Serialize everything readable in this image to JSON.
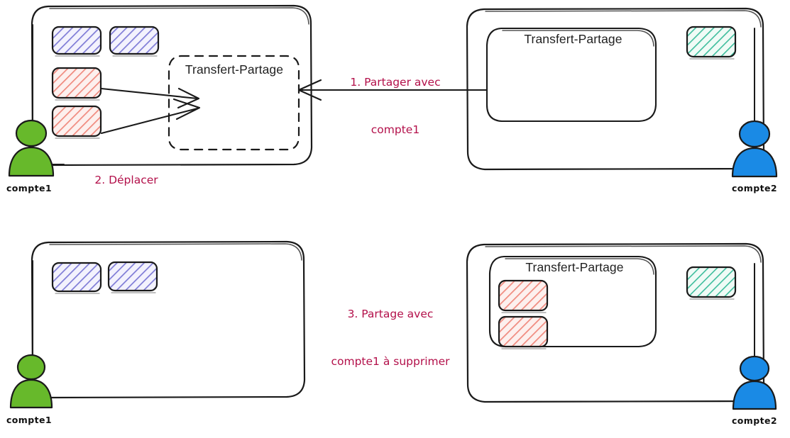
{
  "diagram": {
    "title_text": "Transfert-Partage",
    "colors": {
      "annotation": "#b3104a",
      "actor_compte1": "#67b92b",
      "actor_compte2": "#1a8ae5",
      "card_purple_stroke": "#6f6ccf",
      "card_purple_fill": "#eeeefb",
      "card_red_stroke": "#e8756a",
      "card_red_fill": "#fdeeec",
      "card_teal_stroke": "#35b897",
      "card_teal_fill": "#eafaf3",
      "outline": "#1a1a1a"
    },
    "scenes": [
      {
        "id": "scene-top",
        "left_panel": {
          "name": "compte1-panel-top",
          "actor": {
            "name": "compte1",
            "color_key": "actor_compte1"
          },
          "cards": [
            {
              "id": "top-purple-1",
              "kind": "purple"
            },
            {
              "id": "top-purple-2",
              "kind": "purple"
            },
            {
              "id": "top-red-1",
              "kind": "red"
            },
            {
              "id": "top-red-2",
              "kind": "red"
            }
          ],
          "dashed_box": {
            "label": "Transfert-Partage"
          }
        },
        "right_panel": {
          "name": "compte2-panel-top",
          "actor": {
            "name": "compte2",
            "color_key": "actor_compte2"
          },
          "inner_box": {
            "label": "Transfert-Partage",
            "cards": []
          },
          "cards": [
            {
              "id": "top-teal-1",
              "kind": "teal"
            }
          ]
        },
        "annotations": [
          {
            "id": "annot-1",
            "lines": [
              "1. Partager avec",
              "compte1"
            ]
          },
          {
            "id": "annot-2",
            "lines": [
              "2. Déplacer"
            ]
          }
        ]
      },
      {
        "id": "scene-bottom",
        "left_panel": {
          "name": "compte1-panel-bottom",
          "actor": {
            "name": "compte1",
            "color_key": "actor_compte1"
          },
          "cards": [
            {
              "id": "bot-purple-1",
              "kind": "purple"
            },
            {
              "id": "bot-purple-2",
              "kind": "purple"
            }
          ]
        },
        "right_panel": {
          "name": "compte2-panel-bottom",
          "actor": {
            "name": "compte2",
            "color_key": "actor_compte2"
          },
          "inner_box": {
            "label": "Transfert-Partage",
            "cards": [
              {
                "id": "bot-red-1",
                "kind": "red"
              },
              {
                "id": "bot-red-2",
                "kind": "red"
              }
            ]
          },
          "cards": [
            {
              "id": "bot-teal-1",
              "kind": "teal"
            }
          ]
        },
        "annotations": [
          {
            "id": "annot-3",
            "lines": [
              "3. Partage avec",
              "compte1 à supprimer"
            ]
          }
        ]
      }
    ]
  },
  "text": {
    "transfert_partage": "Transfert-Partage",
    "compte1": "compte1",
    "compte2": "compte2",
    "annot1_line1": "1. Partager avec",
    "annot1_line2": "compte1",
    "annot2_line1": "2. Déplacer",
    "annot3_line1": "3. Partage avec",
    "annot3_line2": "compte1 à supprimer"
  }
}
